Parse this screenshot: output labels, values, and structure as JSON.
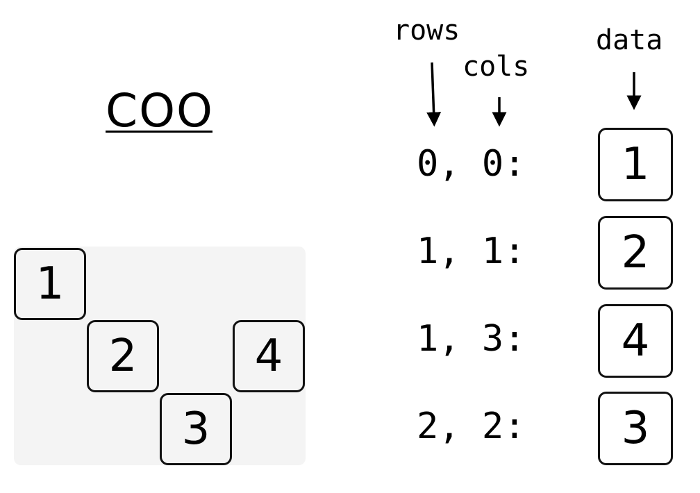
{
  "title": "COO",
  "matrix_cells": [
    "1",
    "2",
    "3",
    "4"
  ],
  "headers": {
    "rows": "rows",
    "cols": "cols",
    "data": "data"
  },
  "entries": [
    {
      "coord": "0, 0:",
      "value": "1"
    },
    {
      "coord": "1, 1:",
      "value": "2"
    },
    {
      "coord": "1, 3:",
      "value": "4"
    },
    {
      "coord": "2, 2:",
      "value": "3"
    }
  ]
}
